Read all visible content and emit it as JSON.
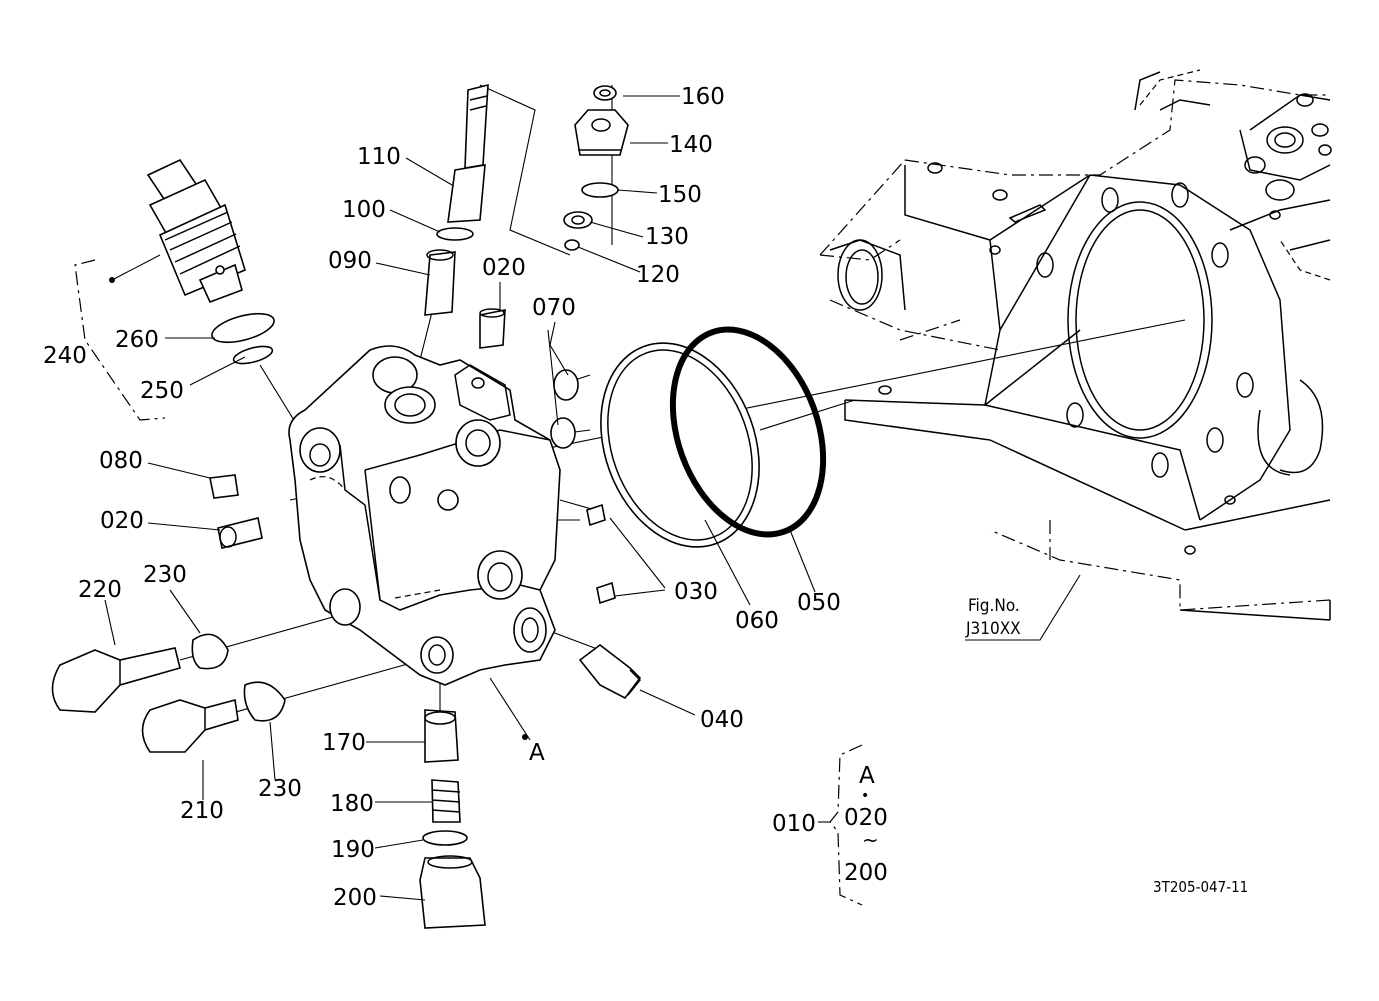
{
  "labels": {
    "p010": "010",
    "p020a": "020",
    "p020b": "020",
    "p030": "030",
    "p040": "040",
    "p050": "050",
    "p060": "060",
    "p070": "070",
    "p080": "080",
    "p090": "090",
    "p100": "100",
    "p110": "110",
    "p120": "120",
    "p130": "130",
    "p140": "140",
    "p150": "150",
    "p160": "160",
    "p170": "170",
    "p180": "180",
    "p190": "190",
    "p200": "200",
    "p210": "210",
    "p220": "220",
    "p230a": "230",
    "p230b": "230",
    "p240": "240",
    "p250": "250",
    "p260": "260",
    "ref_a": "A"
  },
  "group_010": {
    "ref": "A",
    "dot": "•",
    "from": "020",
    "tilde": "~",
    "to": "200"
  },
  "figure_ref": {
    "line1": "Fig.No.",
    "line2": "J310XX"
  },
  "drawing_code": "3T205-047-11"
}
